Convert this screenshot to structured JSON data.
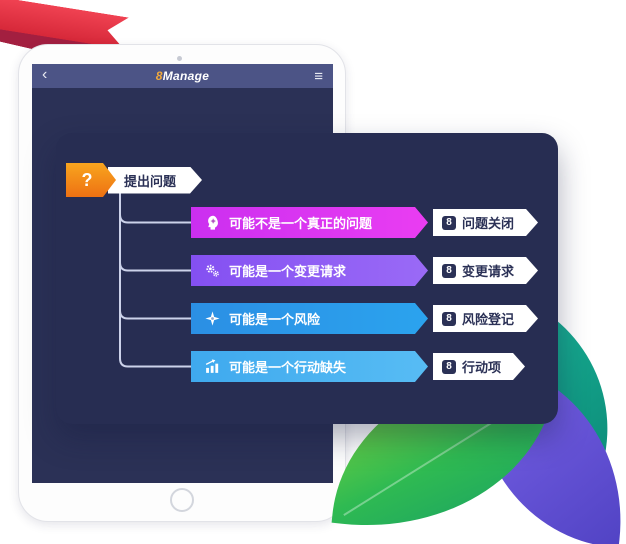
{
  "tablet": {
    "header": {
      "back_icon": "‹",
      "menu_icon": "≡",
      "logo": {
        "prefix": "8",
        "name": "Manage"
      }
    }
  },
  "diagram": {
    "root": {
      "badge": "?",
      "label": "提出问题"
    },
    "tag_logo": "8",
    "branches": [
      {
        "icon": "brain-gear",
        "label": "可能不是一个真正的问题",
        "tag": "问题关闭",
        "color": "#e038f0"
      },
      {
        "icon": "gears",
        "label": "可能是一个变更请求",
        "tag": "变更请求",
        "color": "#8a5cf3"
      },
      {
        "icon": "risk-star",
        "label": "可能是一个风险",
        "tag": "风险登记",
        "color": "#2b97e8"
      },
      {
        "icon": "action-chart",
        "label": "可能是一个行动缺失",
        "tag": "行动项",
        "color": "#47b0f0"
      }
    ]
  },
  "colors": {
    "screen": "#2b3156",
    "appbar": "#4c5486",
    "panel": "#272d52",
    "root_orange": "#f28c18",
    "ribbon_red": "#d62839",
    "leaf_green": "#2fba52",
    "leaf_teal": "#14a88e",
    "leaf_purple": "#6a58d8",
    "logo_gold": "#f2a93b"
  }
}
